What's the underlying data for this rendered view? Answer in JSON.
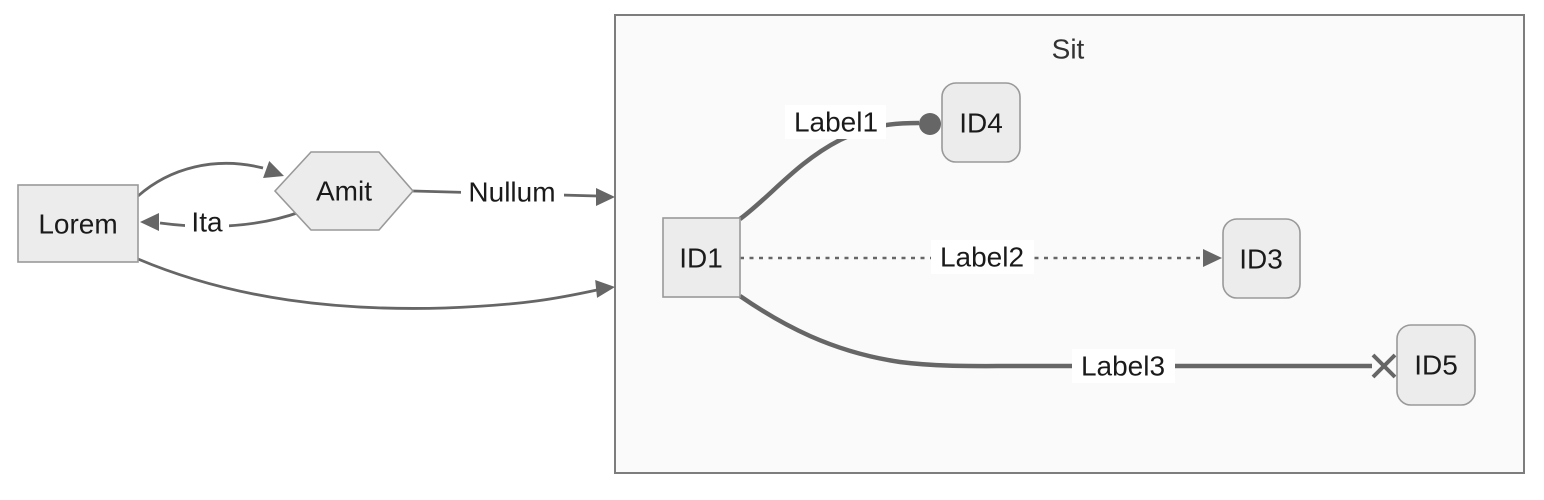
{
  "diagram": {
    "kind": "flowchart",
    "direction": "left-to-right",
    "colors": {
      "node_fill": "#ececec",
      "node_border": "#999999",
      "edge_color": "#666666",
      "text_color": "#1a1a1a",
      "cluster_fill": "#fafafa",
      "cluster_border": "#7d7d7d",
      "edge_label_bg": "#ffffff",
      "page_bg": "#ffffff"
    },
    "cluster": {
      "label": "Sit"
    },
    "nodes": [
      {
        "id": "Lorem",
        "label": "Lorem",
        "shape": "rectangle",
        "inside_cluster": false
      },
      {
        "id": "Amit",
        "label": "Amit",
        "shape": "hexagon",
        "inside_cluster": false
      },
      {
        "id": "ID1",
        "label": "ID1",
        "shape": "rectangle",
        "inside_cluster": true
      },
      {
        "id": "ID4",
        "label": "ID4",
        "shape": "rounded-rectangle",
        "inside_cluster": true
      },
      {
        "id": "ID3",
        "label": "ID3",
        "shape": "rounded-rectangle",
        "inside_cluster": true
      },
      {
        "id": "ID5",
        "label": "ID5",
        "shape": "rounded-rectangle",
        "inside_cluster": true
      }
    ],
    "edges": [
      {
        "from": "Lorem",
        "to": "Amit",
        "label": "",
        "line": "solid",
        "end": "arrow"
      },
      {
        "from": "Amit",
        "to": "Lorem",
        "label": "Ita",
        "line": "solid",
        "end": "arrow"
      },
      {
        "from": "Amit",
        "to": "Sit",
        "label": "Nullum",
        "line": "solid",
        "end": "arrow"
      },
      {
        "from": "Lorem",
        "to": "Sit",
        "label": "",
        "line": "solid",
        "end": "arrow"
      },
      {
        "from": "ID1",
        "to": "ID4",
        "label": "Label1",
        "line": "thick",
        "end": "circle"
      },
      {
        "from": "ID1",
        "to": "ID3",
        "label": "Label2",
        "line": "dotted",
        "end": "arrow"
      },
      {
        "from": "ID1",
        "to": "ID5",
        "label": "Label3",
        "line": "thick",
        "end": "cross"
      }
    ]
  }
}
